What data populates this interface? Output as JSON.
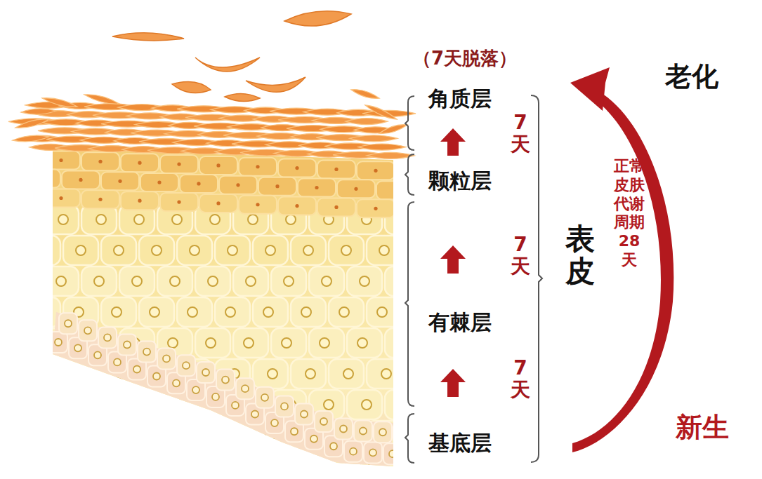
{
  "diagram": {
    "labels": [
      "（7天脱落）",
      "角质层",
      "7天",
      "颗粒层",
      "7天",
      "表皮",
      "有棘层",
      "7天",
      "基底层",
      "老化",
      "正常皮肤代谢周期28天",
      "新生"
    ]
  }
}
